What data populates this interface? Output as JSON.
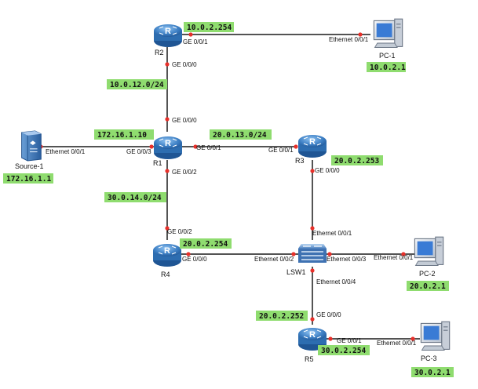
{
  "colors": {
    "link": "#1a1a1a",
    "port_dot": "#e8302a",
    "ip_bg": "#8fdc6f",
    "router": "#3d7fc4",
    "switch": "#5a8fcc"
  },
  "devices": {
    "r2": {
      "name": "R2",
      "icon": "router-icon"
    },
    "r1": {
      "name": "R1",
      "icon": "router-icon"
    },
    "r3": {
      "name": "R3",
      "icon": "router-icon"
    },
    "r4": {
      "name": "R4",
      "icon": "router-icon"
    },
    "r5": {
      "name": "R5",
      "icon": "router-icon"
    },
    "lsw1": {
      "name": "LSW1",
      "icon": "switch-icon"
    },
    "source1": {
      "name": "Source-1",
      "icon": "server-icon"
    },
    "pc1": {
      "name": "PC-1",
      "icon": "pc-icon"
    },
    "pc2": {
      "name": "PC-2",
      "icon": "pc-icon"
    },
    "pc3": {
      "name": "PC-3",
      "icon": "pc-icon"
    }
  },
  "ports": {
    "r2_ge001": "GE 0/0/1",
    "pc1_eth": "Ethernet 0/0/1",
    "r2_ge000": "GE 0/0/0",
    "r1_ge000": "GE 0/0/0",
    "src_eth": "Ethernet 0/0/1",
    "r1_ge003": "GE 0/0/3",
    "r1_ge001": "GE 0/0/1",
    "r3_ge001": "GE 0/0/1",
    "r1_ge002": "GE 0/0/2",
    "r3_ge000": "GE 0/0/0",
    "r4_ge002": "GE 0/0/2",
    "r4_ge000": "GE 0/0/0",
    "lsw_eth002": "Ethernet 0/0/2",
    "lsw_eth001": "Ethernet 0/0/1",
    "lsw_eth003": "Ethernet 0/0/3",
    "pc2_eth": "Ethernet 0/0/1",
    "lsw_eth004": "Ethernet 0/0/4",
    "r5_ge000": "GE 0/0/0",
    "r5_ge001": "GE 0/0/1",
    "pc3_eth": "Ethernet 0/0/1"
  },
  "ips": {
    "r2": "10.0.2.254",
    "pc1": "10.0.2.1",
    "r1_r2_net": "10.0.12.0/24",
    "r1_src": "172.16.1.10",
    "r1_r3_net": "20.0.13.0/24",
    "source1": "172.16.1.1",
    "r3": "20.0.2.253",
    "r1_r4_net": "30.0.14.0/24",
    "r4": "20.0.2.254",
    "pc2": "20.0.2.1",
    "r5_lan": "20.0.2.252",
    "r5_pc3": "30.0.2.254",
    "pc3": "30.0.2.1"
  }
}
